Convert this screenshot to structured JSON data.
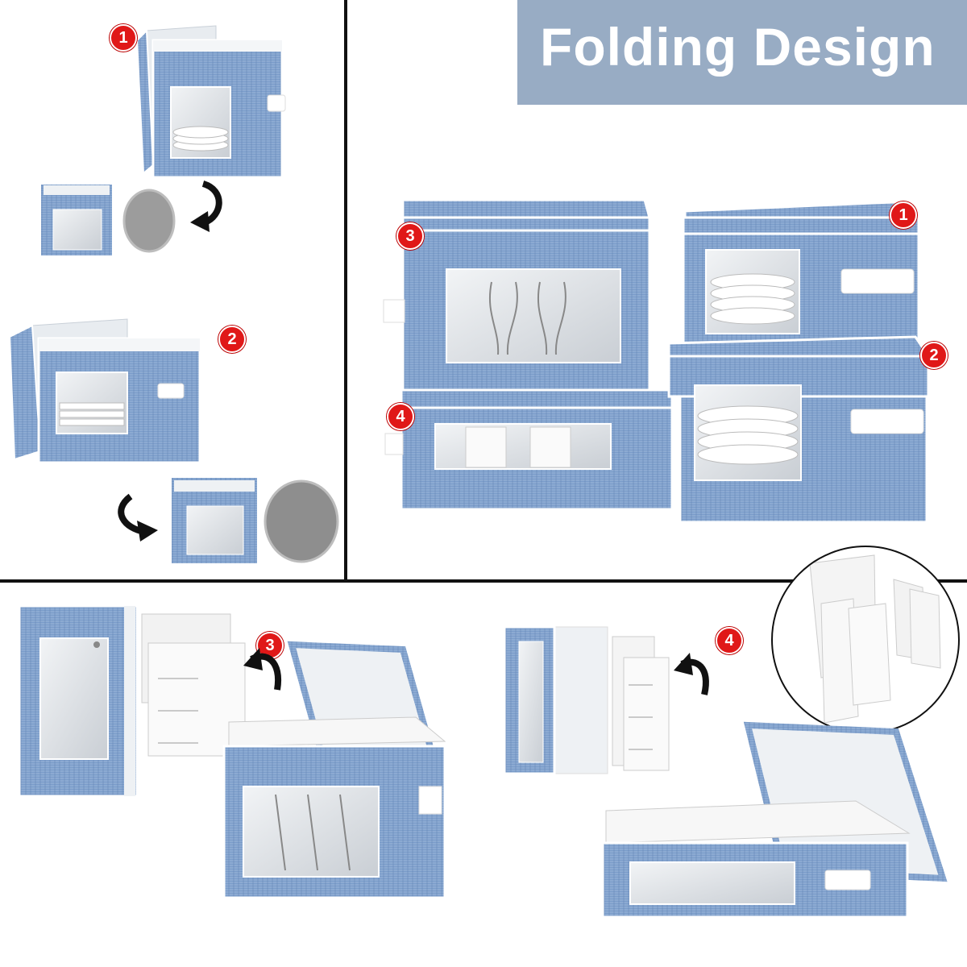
{
  "banner": {
    "title": "Folding Design",
    "background": "#98acc4"
  },
  "steps": {
    "s1": "1",
    "s2": "2",
    "s3": "3",
    "s4": "4"
  },
  "colors": {
    "box_blue": "#7a9cc8",
    "badge_red": "#e01818",
    "divider": "#111111"
  },
  "icons": {
    "arrow": "curved-arrow-icon"
  }
}
